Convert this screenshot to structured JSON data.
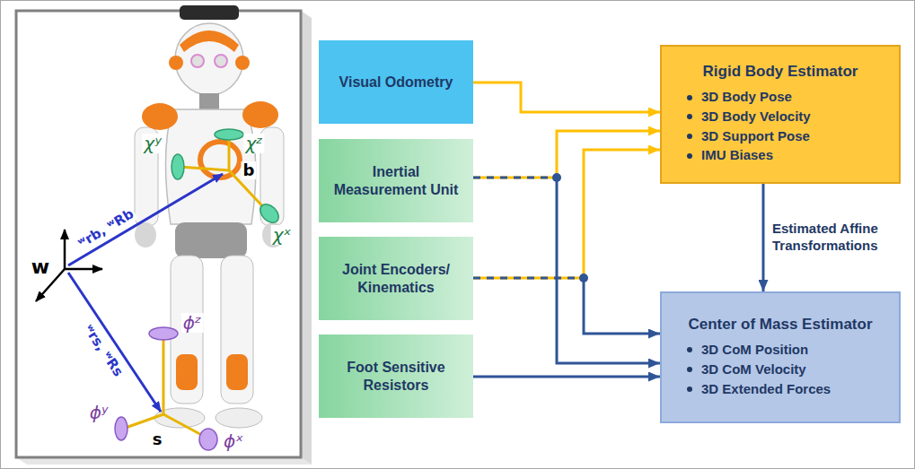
{
  "diagram": {
    "nodes": [
      {
        "text": [
          "Visual Odometry"
        ]
      },
      {
        "text": [
          "Inertial Measurement Unit"
        ]
      },
      {
        "text": [
          "Joint Encoders/ Kinematics"
        ]
      },
      {
        "text": [
          "Foot Sensitive Resistors"
        ]
      },
      {
        "text": [
          "Rigid Body Estimator",
          "3D Body Pose",
          "3D Body Velocity",
          "3D Support Pose",
          "IMU Biases"
        ]
      },
      {
        "text": [
          "Center of Mass Estimator",
          "3D CoM Position",
          "3D CoM Velocity",
          "3D Extended Forces"
        ]
      }
    ],
    "edges": [
      {
        "from": 0,
        "to": 4,
        "arrow": "to"
      },
      {
        "from": 1,
        "to": 4,
        "arrow": "to"
      },
      {
        "from": 2,
        "to": 4,
        "arrow": "to"
      },
      {
        "from": 1,
        "to": 5,
        "arrow": "to"
      },
      {
        "from": 2,
        "to": 5,
        "arrow": "to"
      },
      {
        "from": 3,
        "to": 5,
        "arrow": "to"
      },
      {
        "from": 4,
        "to": 5,
        "label": "Estimated Affine Transformations",
        "arrow": "to"
      }
    ],
    "labels": [
      "χʸ",
      "χᶻ",
      "b",
      "χˣ",
      "w",
      "ʷrb, ʷRb",
      "ʷrs, ʷRs",
      "ϕᶻ",
      "ϕʸ",
      "s",
      "ϕˣ"
    ]
  }
}
